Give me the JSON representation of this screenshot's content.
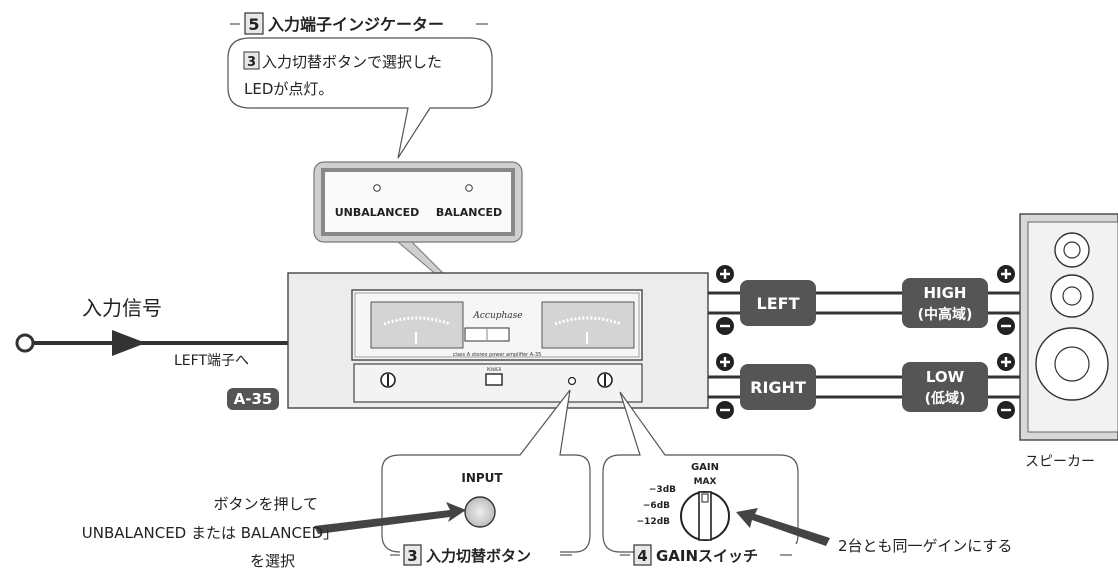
{
  "callouts": {
    "indicator_num": "5",
    "indicator_title": "入力端子インジケーター",
    "indicator_ref": "3",
    "indicator_desc_1": "入力切替ボタンで選択した",
    "indicator_desc_2": "LEDが点灯。",
    "input_num": "3",
    "input_title": "入力切替ボタン",
    "gain_num": "4",
    "gain_title": "GAINスイッチ"
  },
  "led_panel": {
    "unbalanced": "UNBALANCED",
    "balanced": "BALANCED"
  },
  "signal": {
    "label": "入力信号",
    "terminal": "LEFT端子へ"
  },
  "amp": {
    "model": "A-35",
    "brand": "Accuphase",
    "subtitle": "class A stereo power amplifier A-35",
    "power": "POWER"
  },
  "channels": {
    "left": "LEFT",
    "right": "RIGHT",
    "high_1": "HIGH",
    "high_2": "(中高域)",
    "low_1": "LOW",
    "low_2": "(低域)"
  },
  "speaker": {
    "label": "スピーカー"
  },
  "input_detail": {
    "label": "INPUT",
    "note_1": "ボタンを押して",
    "note_2": "UNBALANCED または BALANCED」",
    "note_3": "を選択"
  },
  "gain_detail": {
    "label": "GAIN",
    "max": "MAX",
    "m3": "−3dB",
    "m6": "−6dB",
    "m12": "−12dB",
    "note": "2台とも同一ゲインにする"
  }
}
